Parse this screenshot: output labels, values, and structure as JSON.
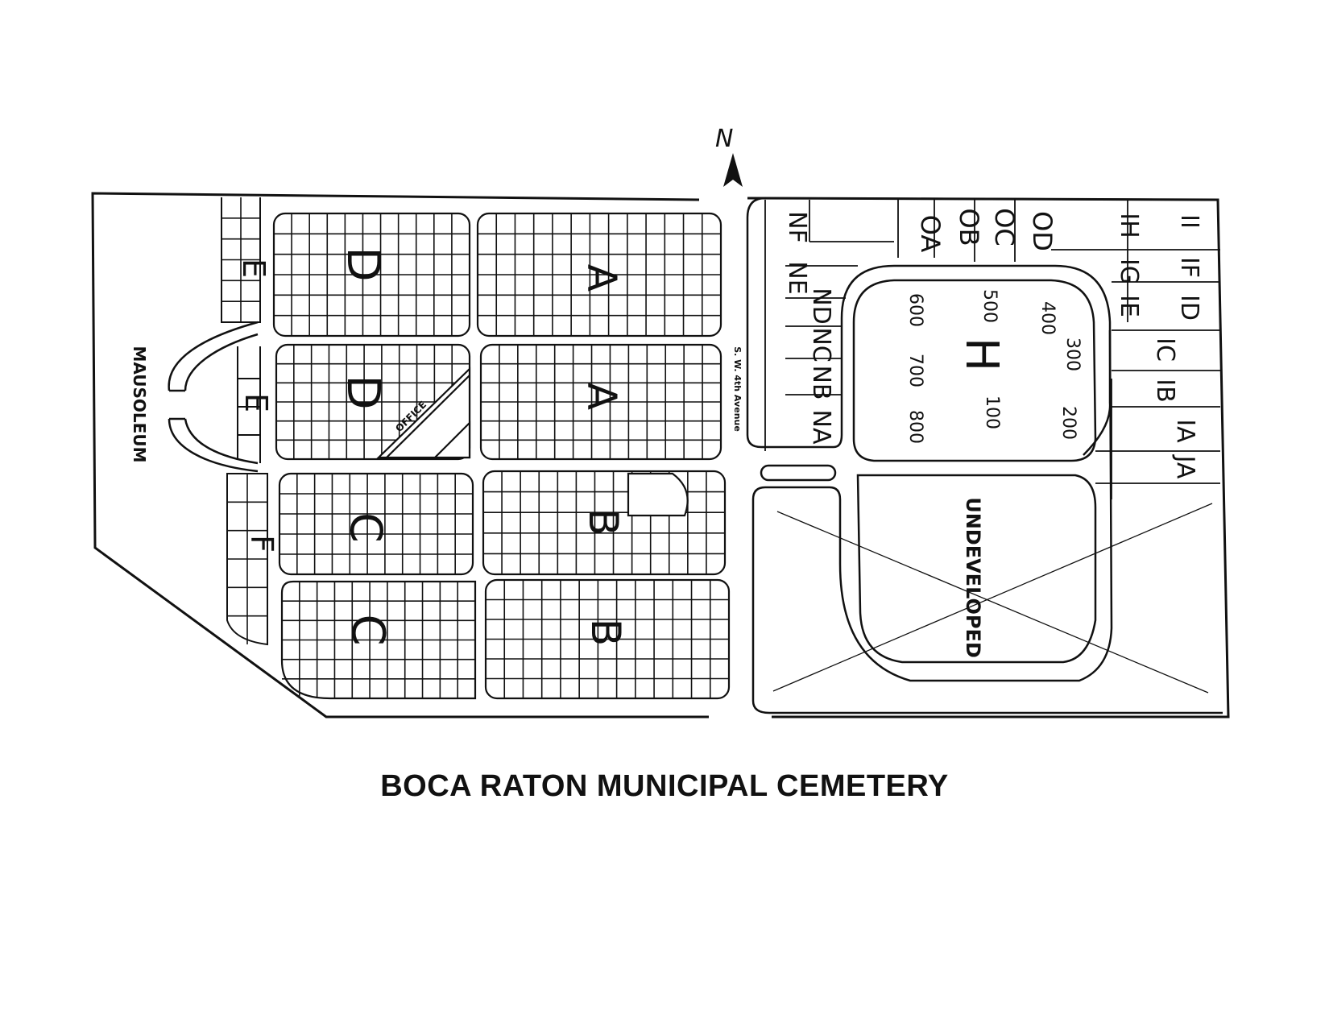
{
  "title": "BOCA RATON MUNICIPAL CEMETERY",
  "north_label": "N",
  "mausoleum_label": "MAUSOLEUM",
  "office_label": "OFFICE",
  "avenue_label": "S. W. 4th Avenue",
  "undeveloped_label": "UNDEVELOPED",
  "west_sections": {
    "d_top": "D",
    "d_bottom": "D",
    "c_top": "C",
    "c_bottom": "C",
    "a_top": "A",
    "a_bottom": "A",
    "b_top": "B",
    "b_bottom": "B",
    "e_top": "E",
    "e_bottom": "E",
    "f": "F"
  },
  "east_sections": {
    "n_row": [
      "NF",
      "NE",
      "ND",
      "NC",
      "NB",
      "NA"
    ],
    "o_row": [
      "OD",
      "OC",
      "OB",
      "OA"
    ],
    "i_row_top": [
      "II",
      "IH"
    ],
    "i_row": [
      "IF",
      "IG",
      "ID",
      "IE",
      "IC",
      "IB",
      "IA",
      "JA"
    ],
    "h_label": "H",
    "h_numbers": [
      "400",
      "500",
      "600",
      "300",
      "700",
      "100",
      "200",
      "800"
    ]
  },
  "colors": {
    "ink": "#111111",
    "paper": "#ffffff"
  }
}
